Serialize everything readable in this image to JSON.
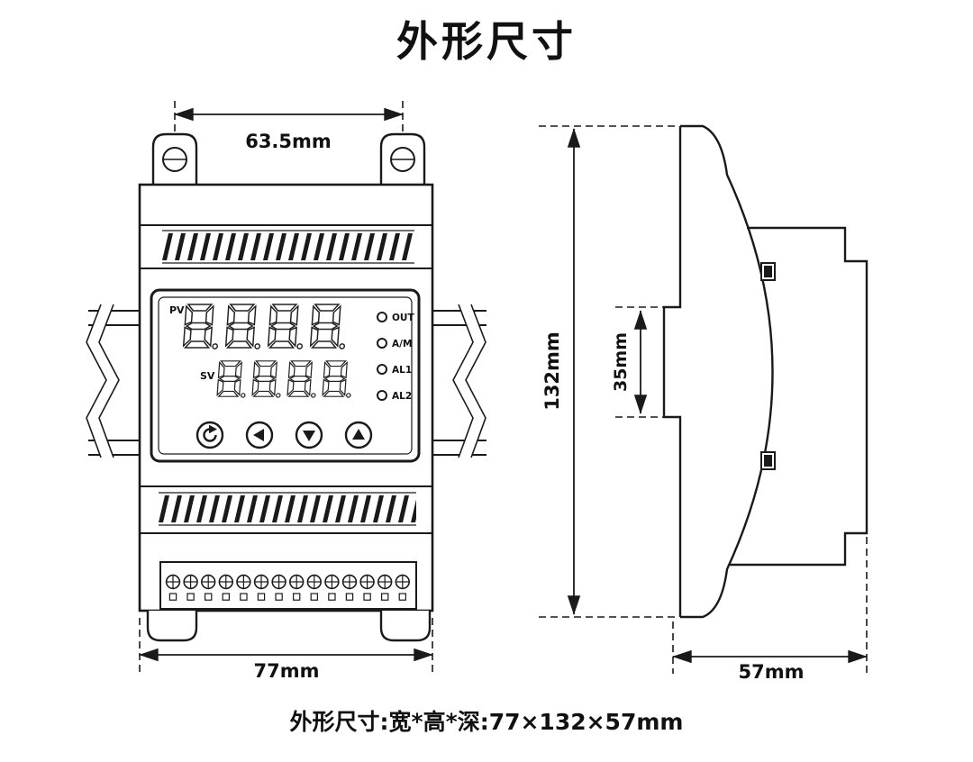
{
  "title": "外形尺寸",
  "footer": "外形尺寸:宽*高*深:77×132×57mm",
  "front_view": {
    "dim_top_width": "63.5mm",
    "dim_bottom_width": "77mm",
    "display": {
      "pv_label": "PV",
      "sv_label": "SV",
      "pv_value": "8.8.8.8.",
      "sv_value": "8.8.8.8.",
      "indicators": [
        {
          "label": "OUT"
        },
        {
          "label": "A/M"
        },
        {
          "label": "AL1"
        },
        {
          "label": "AL2"
        }
      ],
      "buttons": [
        {
          "icon": "loop-arrow"
        },
        {
          "icon": "left-triangle"
        },
        {
          "icon": "down-triangle"
        },
        {
          "icon": "up-triangle"
        }
      ]
    }
  },
  "side_view": {
    "dim_height": "132mm",
    "dim_rail_clip": "35mm",
    "dim_depth": "57mm"
  }
}
